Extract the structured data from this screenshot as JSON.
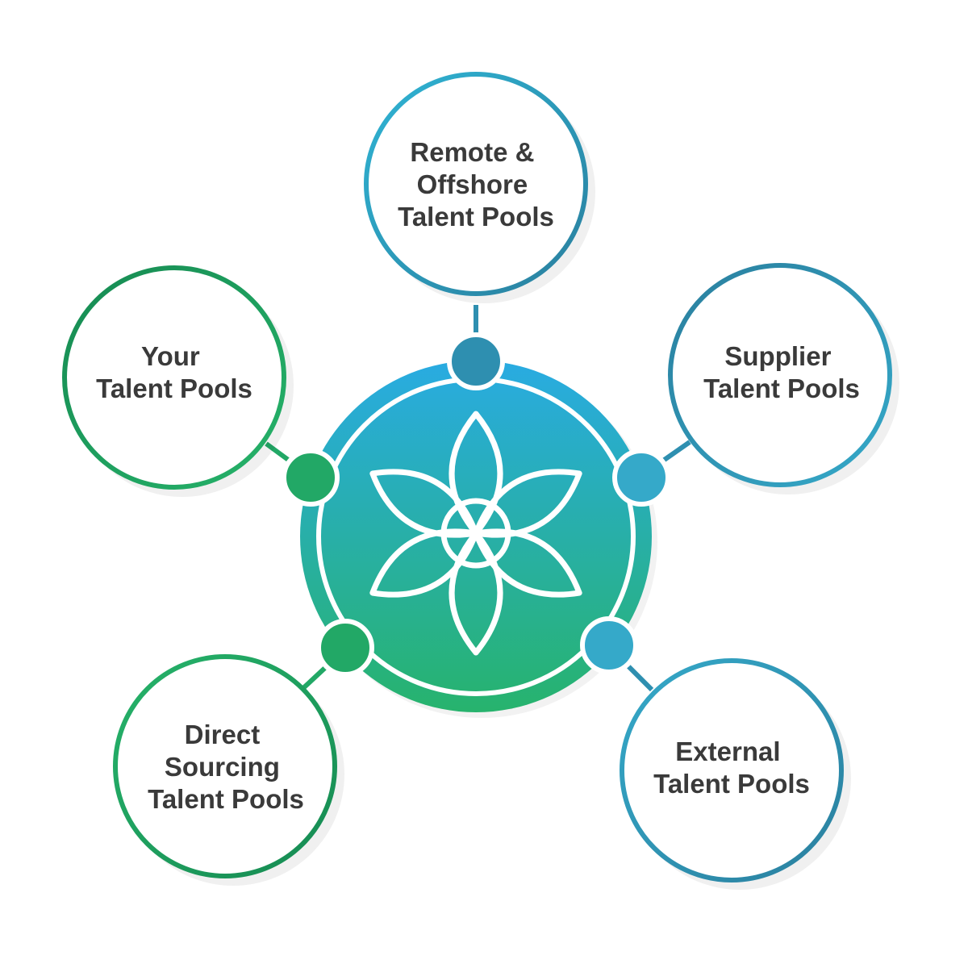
{
  "diagram": {
    "center": {
      "icon": "flower-of-life-icon"
    },
    "nodes": [
      {
        "id": "remote-offshore",
        "lines": [
          "Remote &",
          "Offshore",
          "Talent Pools"
        ],
        "ring_gradient": [
          "#2fb4d4",
          "#2a7f9e"
        ]
      },
      {
        "id": "supplier",
        "lines": [
          "Supplier",
          "Talent Pools"
        ],
        "ring_gradient": [
          "#2a7f9e",
          "#35a9c9"
        ]
      },
      {
        "id": "external",
        "lines": [
          "External",
          "Talent Pools"
        ],
        "ring_gradient": [
          "#35a9c9",
          "#2a7f9e"
        ]
      },
      {
        "id": "direct-sourcing",
        "lines": [
          "Direct",
          "Sourcing",
          "Talent Pools"
        ],
        "ring_gradient": [
          "#26b36a",
          "#168a52"
        ]
      },
      {
        "id": "your",
        "lines": [
          "Your",
          "Talent Pools"
        ],
        "ring_gradient": [
          "#168a52",
          "#26b36a"
        ]
      }
    ],
    "colors": {
      "center_top": "#29abe2",
      "center_bottom": "#27b36d",
      "label_text": "#3a3a3a",
      "connector_blue": "#2e8fb0",
      "connector_green": "#22a866"
    }
  }
}
